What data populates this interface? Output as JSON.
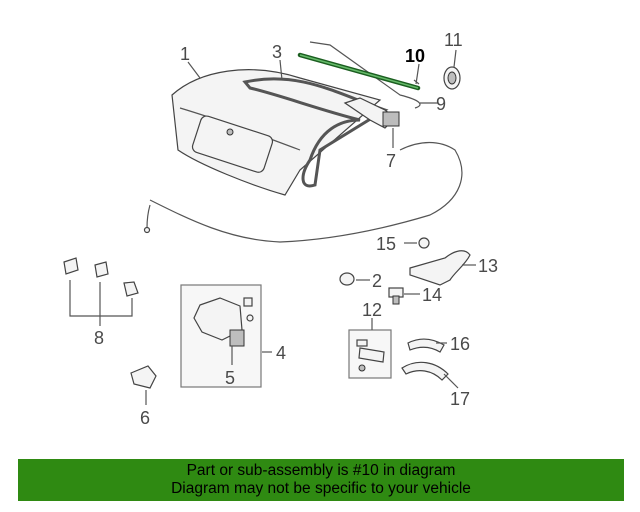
{
  "labels": {
    "l1": "1",
    "l2": "2",
    "l3": "3",
    "l4": "4",
    "l5": "5",
    "l6": "6",
    "l7": "7",
    "l8": "8",
    "l9": "9",
    "l10": "10",
    "l11": "11",
    "l12": "12",
    "l13": "13",
    "l14": "14",
    "l15": "15",
    "l16": "16",
    "l17": "17"
  },
  "banner": {
    "line1": "Part or sub-assembly is #10 in diagram",
    "line2": "Diagram may not be specific to your vehicle",
    "color": "#2f8a12"
  },
  "colors": {
    "highlight_part": "#2e7d32",
    "outline": "#444444"
  }
}
